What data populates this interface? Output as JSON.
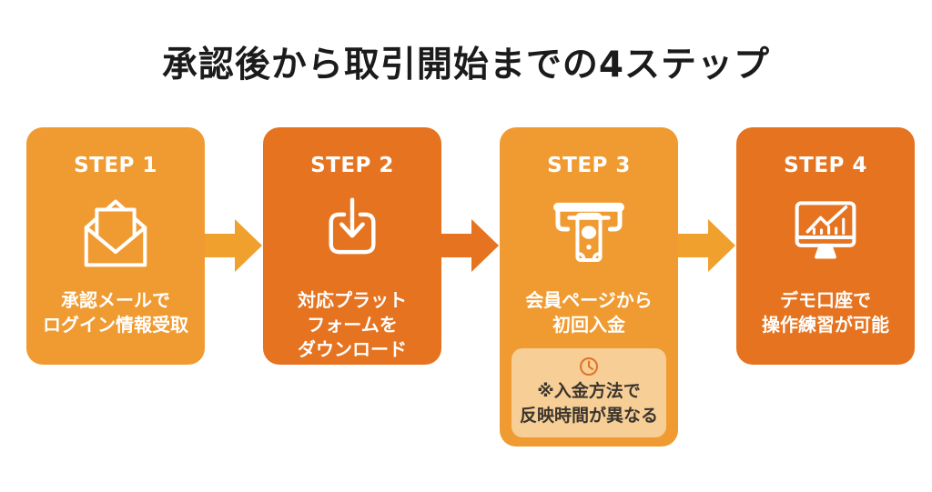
{
  "title": "承認後から取引開始までの4ステップ",
  "colors": {
    "background": "#FFFFFF",
    "title_text": "#1B1B1B",
    "card_light_orange": "#F09B31",
    "card_dark_orange": "#E5731F",
    "arrow_light_orange": "#F0A02C",
    "arrow_dark_orange": "#E5731F",
    "card_text": "#FFFFFF",
    "note_background": "#F6CE96",
    "note_text": "#3B352E",
    "clock_icon": "#DE7425"
  },
  "steps": [
    {
      "label": "STEP 1",
      "icon": "open-mail-icon",
      "caption_lines": [
        "承認メールで",
        "ログイン情報受取"
      ]
    },
    {
      "label": "STEP 2",
      "icon": "download-icon",
      "caption_lines": [
        "対応プラット",
        "フォームを",
        "ダウンロード"
      ]
    },
    {
      "label": "STEP 3",
      "icon": "deposit-atm-icon",
      "caption_lines": [
        "会員ページから",
        "初回入金"
      ],
      "note": {
        "icon": "clock-icon",
        "lines": [
          "※入金方法で",
          "反映時間が異なる"
        ]
      }
    },
    {
      "label": "STEP 4",
      "icon": "monitor-chart-icon",
      "caption_lines": [
        "デモ口座で",
        "操作練習が可能"
      ]
    }
  ]
}
